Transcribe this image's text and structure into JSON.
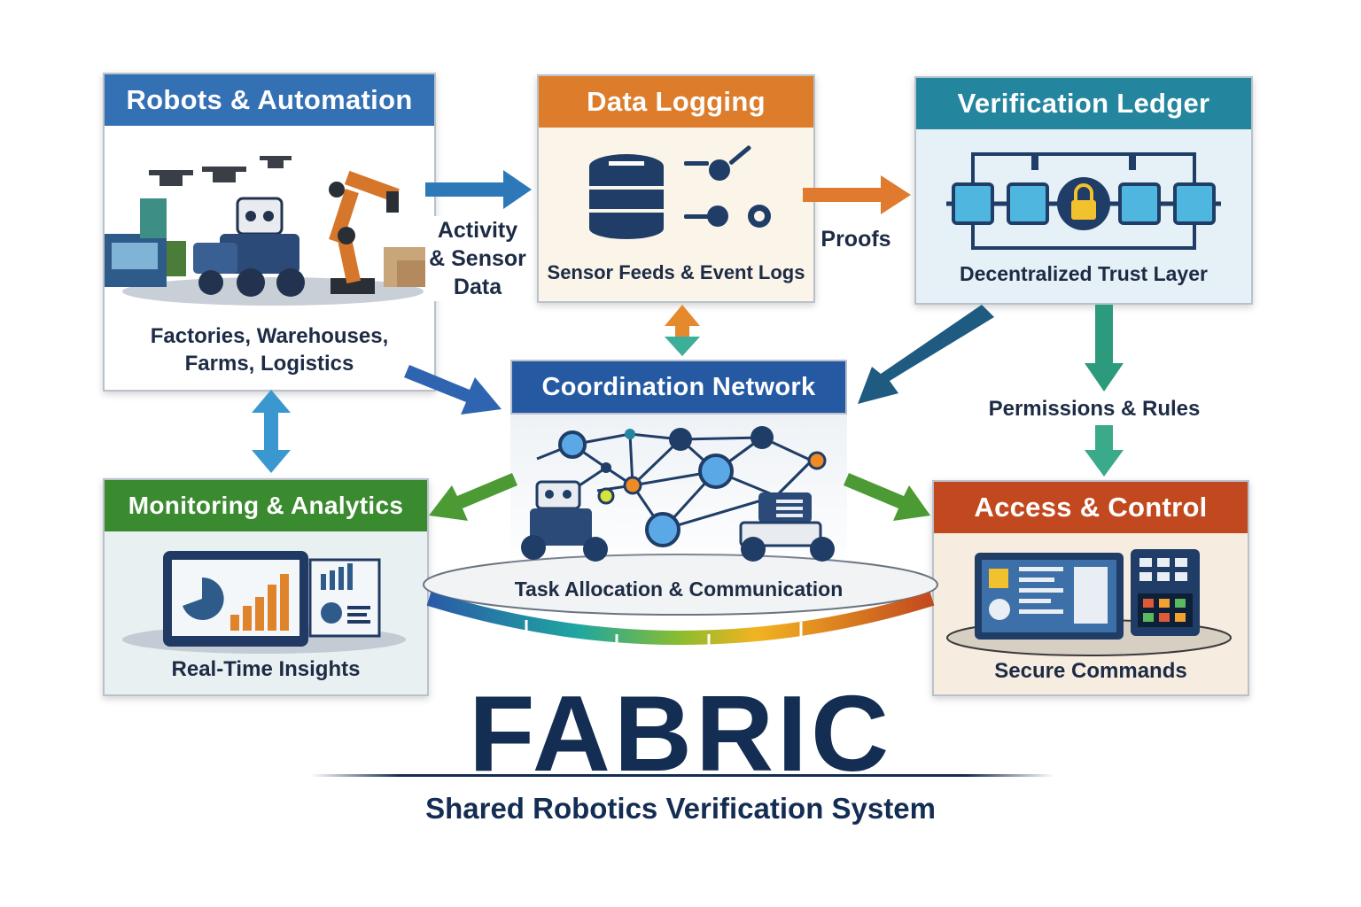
{
  "title": "FABRIC",
  "subtitle": "Shared Robotics Verification System",
  "colors": {
    "robots": "#3470b4",
    "logging": "#dd7d2b",
    "ledger": "#23859e",
    "coordination": "#255aa3",
    "monitoring": "#3a8a2f",
    "access": "#c2491f",
    "navy": "#142d52"
  },
  "boxes": {
    "robots": {
      "title": "Robots & Automation",
      "caption_line1": "Factories, Warehouses,",
      "caption_line2": "Farms, Logistics"
    },
    "logging": {
      "title": "Data Logging",
      "caption": "Sensor Feeds & Event Logs"
    },
    "ledger": {
      "title": "Verification Ledger",
      "caption": "Decentralized Trust Layer"
    },
    "coordination": {
      "title": "Coordination Network",
      "caption": "Task Allocation & Communication"
    },
    "monitoring": {
      "title": "Monitoring & Analytics",
      "caption": "Real-Time Insights"
    },
    "access": {
      "title": "Access & Control",
      "caption": "Secure Commands"
    }
  },
  "flows": {
    "activity_line1": "Activity",
    "activity_line2": "& Sensor",
    "activity_line3": "Data",
    "proofs": "Proofs",
    "permissions": "Permissions & Rules"
  },
  "icons": {
    "robots": "robots-fleet-icon",
    "logging": "database-icon",
    "ledger": "blockchain-lock-icon",
    "coordination": "network-robots-icon",
    "monitoring": "dashboard-chart-icon",
    "access": "control-panel-icon"
  }
}
